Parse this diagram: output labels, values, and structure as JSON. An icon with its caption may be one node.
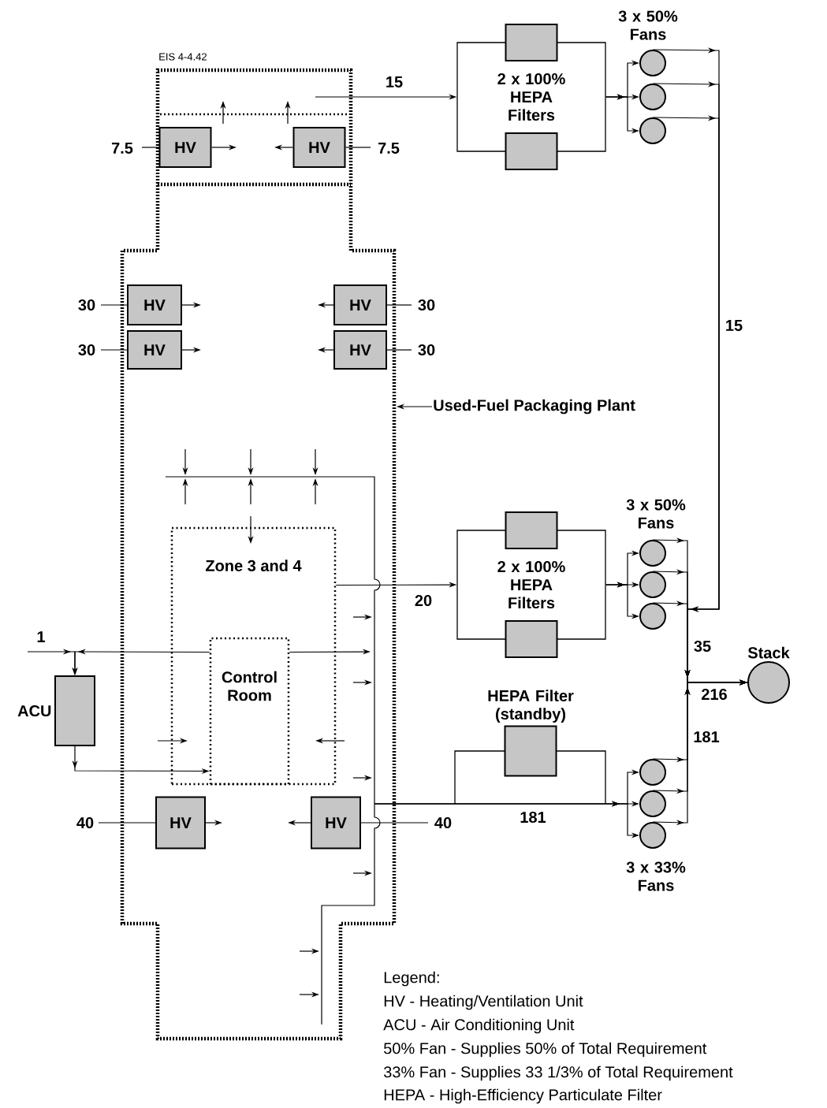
{
  "diagram": {
    "nodes": [
      {
        "text": [
          "HV"
        ]
      },
      {
        "text": [
          "HV"
        ]
      },
      {
        "text": [
          "HV"
        ]
      },
      {
        "text": [
          "HV"
        ]
      },
      {
        "text": [
          "HV"
        ]
      },
      {
        "text": [
          "HV"
        ]
      },
      {
        "text": [
          "ACU"
        ]
      },
      {
        "text": [
          "Zone 3 and 4"
        ]
      },
      {
        "text": [
          "Control Room"
        ],
        "in": 7
      },
      {
        "text": [
          "HV"
        ]
      },
      {
        "text": [
          "HV"
        ]
      },
      {
        "text": [
          "2 x 100% HEPA Filters"
        ]
      },
      {
        "text": [],
        "shape": "circle"
      },
      {
        "text": [],
        "shape": "circle"
      },
      {
        "text": [],
        "shape": "circle"
      },
      {
        "text": [
          "2 x 100% HEPA Filters"
        ]
      },
      {
        "text": [],
        "shape": "circle"
      },
      {
        "text": [],
        "shape": "circle"
      },
      {
        "text": [],
        "shape": "circle"
      },
      {
        "text": [
          "HEPA Filter (standby)"
        ]
      },
      {
        "text": [],
        "shape": "circle"
      },
      {
        "text": [],
        "shape": "circle"
      },
      {
        "text": [],
        "shape": "circle"
      },
      {
        "text": [
          "Stack"
        ]
      },
      {
        "text": [
          "Used-Fuel Packaging Plant"
        ]
      }
    ],
    "edges": [
      {
        "from": null,
        "to": 0,
        "arrow": "none",
        "label": "7.5"
      },
      {
        "from": 0,
        "to": null,
        "arrow": "to"
      },
      {
        "from": null,
        "to": 1,
        "arrow": "none",
        "label": "7.5"
      },
      {
        "from": 1,
        "to": null,
        "arrow": "to"
      },
      {
        "from": null,
        "to": 2,
        "arrow": "none",
        "label": "30"
      },
      {
        "from": 2,
        "to": null,
        "arrow": "to"
      },
      {
        "from": null,
        "to": 3,
        "arrow": "none",
        "label": "30"
      },
      {
        "from": 3,
        "to": null,
        "arrow": "to"
      },
      {
        "from": null,
        "to": 4,
        "arrow": "none",
        "label": "30"
      },
      {
        "from": 4,
        "to": null,
        "arrow": "to"
      },
      {
        "from": null,
        "to": 5,
        "arrow": "none",
        "label": "30"
      },
      {
        "from": 5,
        "to": null,
        "arrow": "to"
      },
      {
        "from": null,
        "to": 6,
        "arrow": "to",
        "label": "1"
      },
      {
        "from": 8,
        "to": 6,
        "arrow": "to"
      },
      {
        "from": 6,
        "to": 8,
        "arrow": "to"
      },
      {
        "from": 8,
        "to": null,
        "arrow": "to"
      },
      {
        "from": null,
        "to": 9,
        "arrow": "none",
        "label": "40"
      },
      {
        "from": 9,
        "to": null,
        "arrow": "to"
      },
      {
        "from": null,
        "to": 10,
        "arrow": "none",
        "label": "40"
      },
      {
        "from": 10,
        "to": null,
        "arrow": "to"
      },
      {
        "from": null,
        "to": 11,
        "arrow": "to",
        "label": "15"
      },
      {
        "from": 11,
        "to": 12,
        "arrow": "to"
      },
      {
        "from": 11,
        "to": 13,
        "arrow": "to"
      },
      {
        "from": 11,
        "to": 14,
        "arrow": "to"
      },
      {
        "from": 12,
        "to": 23,
        "arrow": "to"
      },
      {
        "from": 13,
        "to": 23,
        "arrow": "to"
      },
      {
        "from": 14,
        "to": 23,
        "arrow": "to"
      },
      {
        "from": 7,
        "to": 15,
        "arrow": "to",
        "label": "20"
      },
      {
        "from": 15,
        "to": 16,
        "arrow": "to"
      },
      {
        "from": 15,
        "to": 17,
        "arrow": "to"
      },
      {
        "from": 15,
        "to": 18,
        "arrow": "to"
      },
      {
        "from": 16,
        "to": 23,
        "arrow": "to"
      },
      {
        "from": 17,
        "to": 23,
        "arrow": "to"
      },
      {
        "from": 18,
        "to": 23,
        "arrow": "to"
      },
      {
        "from": null,
        "to": 20,
        "arrow": "to",
        "label": "181"
      },
      {
        "from": null,
        "to": 21,
        "arrow": "to"
      },
      {
        "from": null,
        "to": 22,
        "arrow": "to"
      },
      {
        "from": 20,
        "to": 23,
        "arrow": "to"
      },
      {
        "from": 21,
        "to": 23,
        "arrow": "to"
      },
      {
        "from": 22,
        "to": 23,
        "arrow": "to"
      },
      {
        "from": 24,
        "to": null,
        "arrow": "to"
      }
    ],
    "labels": [
      "EIS 4-4.42",
      "3 x 50% Fans",
      "15",
      "3 x 50% Fans",
      "35",
      "216",
      "181",
      "3 x 33% Fans",
      "Legend:",
      "HV - Heating/Ventilation Unit",
      "ACU - Air Conditioning Unit",
      "50% Fan - Supplies 50% of Total Requirement",
      "33% Fan - Supplies 33 1/3% of Total Requirement",
      "HEPA - High-Efficiency Particulate Filter"
    ]
  }
}
